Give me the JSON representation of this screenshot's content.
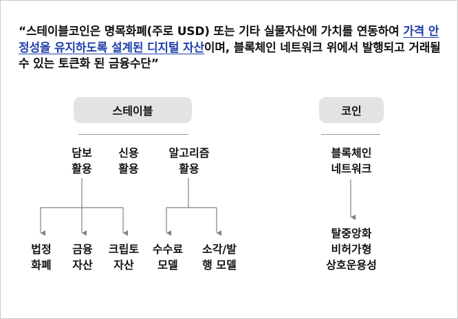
{
  "definition": {
    "part1": "“스테이블코인은 명목화폐(주로 USD) 또는 기타 실물자산에 가치를 연동하여 ",
    "highlight": "가격 안정성을 유지하도록 설계된 디지털 자산",
    "part2": "이며, 블록체인 네트워크 위에서 발행되고 거래될 수 있는 토큰화 된 금융수단”"
  },
  "stable": {
    "title": "스테이블",
    "categories": [
      {
        "label": "담보\n활용"
      },
      {
        "label": "신용\n활용"
      },
      {
        "label": "알고리즘\n활용"
      }
    ],
    "items": [
      {
        "label": "법정\n화폐"
      },
      {
        "label": "금융\n자산"
      },
      {
        "label": "크립토\n자산"
      },
      {
        "label": "수수료\n모델"
      },
      {
        "label": "소각/발\n행 모델"
      }
    ]
  },
  "coin": {
    "title": "코인",
    "category": "블록체인\n네트워크",
    "result": "탈중앙화\n비허가형\n상호운용성"
  },
  "colors": {
    "highlight": "#1f3fa8",
    "pill": "#e3e3e3",
    "line": "#808080"
  }
}
